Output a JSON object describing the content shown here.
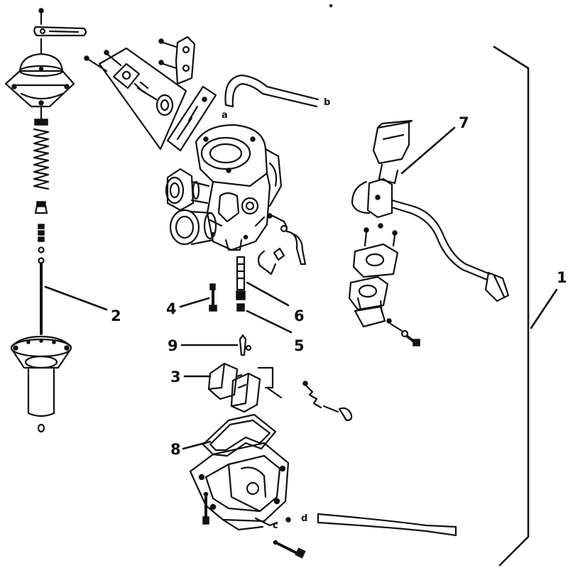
{
  "diagram": {
    "callouts": [
      {
        "id": "callout-1",
        "label": "1"
      },
      {
        "id": "callout-2",
        "label": "2"
      },
      {
        "id": "callout-3",
        "label": "3"
      },
      {
        "id": "callout-4",
        "label": "4"
      },
      {
        "id": "callout-5",
        "label": "5"
      },
      {
        "id": "callout-6",
        "label": "6"
      },
      {
        "id": "callout-7",
        "label": "7"
      },
      {
        "id": "callout-8",
        "label": "8"
      },
      {
        "id": "callout-9",
        "label": "9"
      }
    ],
    "hose_marks": {
      "a": "a",
      "b": "b",
      "c": "c",
      "d": "d"
    }
  }
}
